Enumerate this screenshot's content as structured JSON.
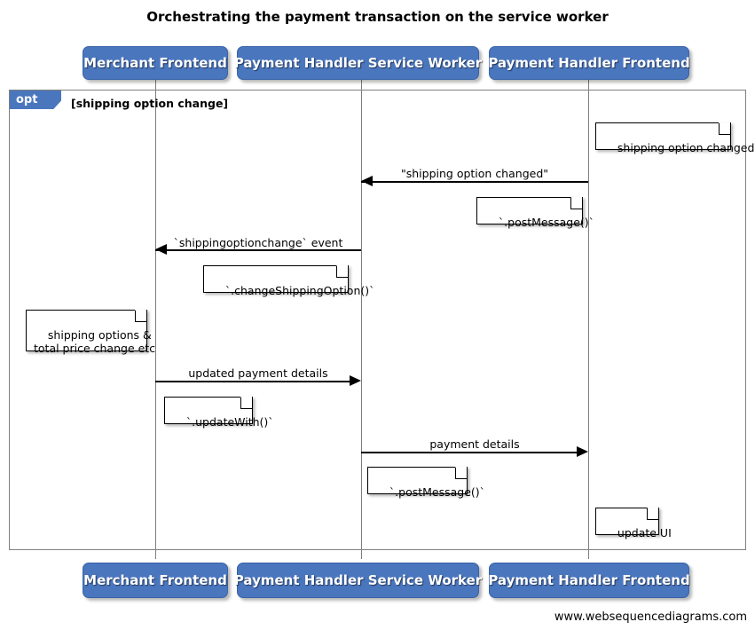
{
  "title": "Orchestrating the payment transaction on the service worker",
  "footer": "www.websequencediagrams.com",
  "theme": {
    "participant_fill": "#4a76be",
    "participant_text": "#ffffff",
    "lifeline": "#7d7d7d",
    "frame_border": "#808080",
    "note_fill": "#ffffff",
    "arrow": "#000000"
  },
  "participants": [
    {
      "id": "merchant",
      "label": "Merchant Frontend"
    },
    {
      "id": "sw",
      "label": "Payment Handler Service Worker"
    },
    {
      "id": "phf",
      "label": "Payment Handler Frontend"
    }
  ],
  "fragment": {
    "kind": "opt",
    "guard": "[shipping option change]"
  },
  "messages": [
    {
      "id": "m1",
      "label": "\"shipping option changed\"",
      "from": "phf",
      "to": "sw",
      "direction": "left"
    },
    {
      "id": "m2",
      "label": "`shippingoptionchange` event",
      "from": "sw",
      "to": "merchant",
      "direction": "left"
    },
    {
      "id": "m3",
      "label": "updated payment details",
      "from": "merchant",
      "to": "sw",
      "direction": "right"
    },
    {
      "id": "m4",
      "label": "payment details",
      "from": "sw",
      "to": "phf",
      "direction": "right"
    }
  ],
  "notes": [
    {
      "id": "n1",
      "text": "shipping option changed",
      "over": "phf"
    },
    {
      "id": "n2",
      "text": "`.postMessage()`",
      "over": "phf"
    },
    {
      "id": "n3",
      "text": "`.changeShippingOption()`",
      "over": "sw"
    },
    {
      "id": "n4",
      "text": "shipping options &\ntotal price change etc",
      "over": "merchant"
    },
    {
      "id": "n5",
      "text": "`.updateWith()`",
      "over": "merchant"
    },
    {
      "id": "n6",
      "text": "`.postMessage()`",
      "over": "sw"
    },
    {
      "id": "n7",
      "text": "update UI",
      "over": "phf"
    }
  ]
}
